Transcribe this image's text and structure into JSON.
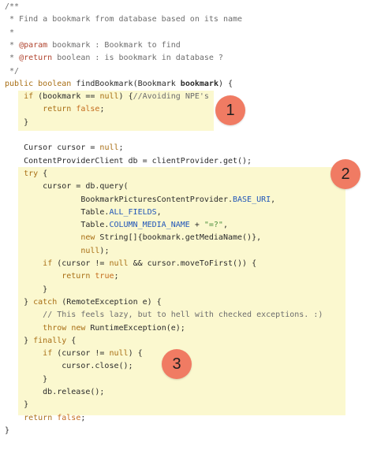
{
  "colors": {
    "highlight": "#fbf8cf",
    "badge": "#f07b63",
    "comment": "#6d6d6d",
    "keyword": "#a86e14",
    "boolean_literal": "#c46b1c",
    "field": "#2156b8",
    "javadoc_tag": "#b0432e",
    "string": "#4b8e3c"
  },
  "code_lines": [
    [
      [
        "comment",
        "/**"
      ]
    ],
    [
      [
        "comment",
        " * Find a bookmark from database based on its name"
      ]
    ],
    [
      [
        "comment",
        " *"
      ]
    ],
    [
      [
        "comment",
        " * "
      ],
      [
        "tag",
        "@param"
      ],
      [
        "comment",
        " bookmark : Bookmark to find"
      ]
    ],
    [
      [
        "comment",
        " * "
      ],
      [
        "tag",
        "@return"
      ],
      [
        "comment",
        " boolean : is bookmark in database ?"
      ]
    ],
    [
      [
        "comment",
        " */"
      ]
    ],
    [
      [
        "kw",
        "public"
      ],
      [
        "plain",
        " "
      ],
      [
        "kw",
        "boolean"
      ],
      [
        "plain",
        " findBookmark(Bookmark "
      ],
      [
        "bold",
        "bookmark"
      ],
      [
        "plain",
        ") {"
      ]
    ],
    [
      [
        "plain",
        "    "
      ],
      [
        "kw",
        "if"
      ],
      [
        "plain",
        " (bookmark == "
      ],
      [
        "kw",
        "null"
      ],
      [
        "plain",
        ") {"
      ],
      [
        "comment",
        "//Avoiding NPE's"
      ]
    ],
    [
      [
        "plain",
        "        "
      ],
      [
        "kw",
        "return"
      ],
      [
        "plain",
        " "
      ],
      [
        "bool",
        "false"
      ],
      [
        "plain",
        ";"
      ]
    ],
    [
      [
        "plain",
        "    }"
      ]
    ],
    [
      [
        "plain",
        ""
      ]
    ],
    [
      [
        "plain",
        "    Cursor cursor = "
      ],
      [
        "kw",
        "null"
      ],
      [
        "plain",
        ";"
      ]
    ],
    [
      [
        "plain",
        "    ContentProviderClient db = clientProvider.get();"
      ]
    ],
    [
      [
        "plain",
        "    "
      ],
      [
        "kw",
        "try"
      ],
      [
        "plain",
        " {"
      ]
    ],
    [
      [
        "plain",
        "        cursor = db.query("
      ]
    ],
    [
      [
        "plain",
        "                BookmarkPicturesContentProvider."
      ],
      [
        "field",
        "BASE_URI"
      ],
      [
        "plain",
        ","
      ]
    ],
    [
      [
        "plain",
        "                Table."
      ],
      [
        "field",
        "ALL_FIELDS"
      ],
      [
        "plain",
        ","
      ]
    ],
    [
      [
        "plain",
        "                Table."
      ],
      [
        "field",
        "COLUMN_MEDIA_NAME"
      ],
      [
        "plain",
        " + "
      ],
      [
        "str",
        "\"=?\""
      ],
      [
        "plain",
        ","
      ]
    ],
    [
      [
        "plain",
        "                "
      ],
      [
        "kw",
        "new"
      ],
      [
        "plain",
        " String[]{bookmark.getMediaName()},"
      ]
    ],
    [
      [
        "plain",
        "                "
      ],
      [
        "kw",
        "null"
      ],
      [
        "plain",
        ");"
      ]
    ],
    [
      [
        "plain",
        "        "
      ],
      [
        "kw",
        "if"
      ],
      [
        "plain",
        " (cursor != "
      ],
      [
        "kw",
        "null"
      ],
      [
        "plain",
        " && cursor.moveToFirst()) {"
      ]
    ],
    [
      [
        "plain",
        "            "
      ],
      [
        "kw",
        "return"
      ],
      [
        "plain",
        " "
      ],
      [
        "bool",
        "true"
      ],
      [
        "plain",
        ";"
      ]
    ],
    [
      [
        "plain",
        "        }"
      ]
    ],
    [
      [
        "plain",
        "    } "
      ],
      [
        "kw",
        "catch"
      ],
      [
        "plain",
        " (RemoteException e) {"
      ]
    ],
    [
      [
        "plain",
        "        "
      ],
      [
        "comment",
        "// This feels lazy, but to hell with checked exceptions. :)"
      ]
    ],
    [
      [
        "plain",
        "        "
      ],
      [
        "kw",
        "throw"
      ],
      [
        "plain",
        " "
      ],
      [
        "kw",
        "new"
      ],
      [
        "plain",
        " RuntimeException(e);"
      ]
    ],
    [
      [
        "plain",
        "    } "
      ],
      [
        "kw",
        "finally"
      ],
      [
        "plain",
        " {"
      ]
    ],
    [
      [
        "plain",
        "        "
      ],
      [
        "kw",
        "if"
      ],
      [
        "plain",
        " (cursor != "
      ],
      [
        "kw",
        "null"
      ],
      [
        "plain",
        ") {"
      ]
    ],
    [
      [
        "plain",
        "            cursor.close();"
      ]
    ],
    [
      [
        "plain",
        "        }"
      ]
    ],
    [
      [
        "plain",
        "        db.release();"
      ]
    ],
    [
      [
        "plain",
        "    }"
      ]
    ],
    [
      [
        "plain",
        "    "
      ],
      [
        "kw",
        "return"
      ],
      [
        "plain",
        " "
      ],
      [
        "bool",
        "false"
      ],
      [
        "plain",
        ";"
      ]
    ],
    [
      [
        "plain",
        "}"
      ]
    ]
  ],
  "badges": [
    {
      "label": "1"
    },
    {
      "label": "2"
    },
    {
      "label": "3"
    }
  ]
}
